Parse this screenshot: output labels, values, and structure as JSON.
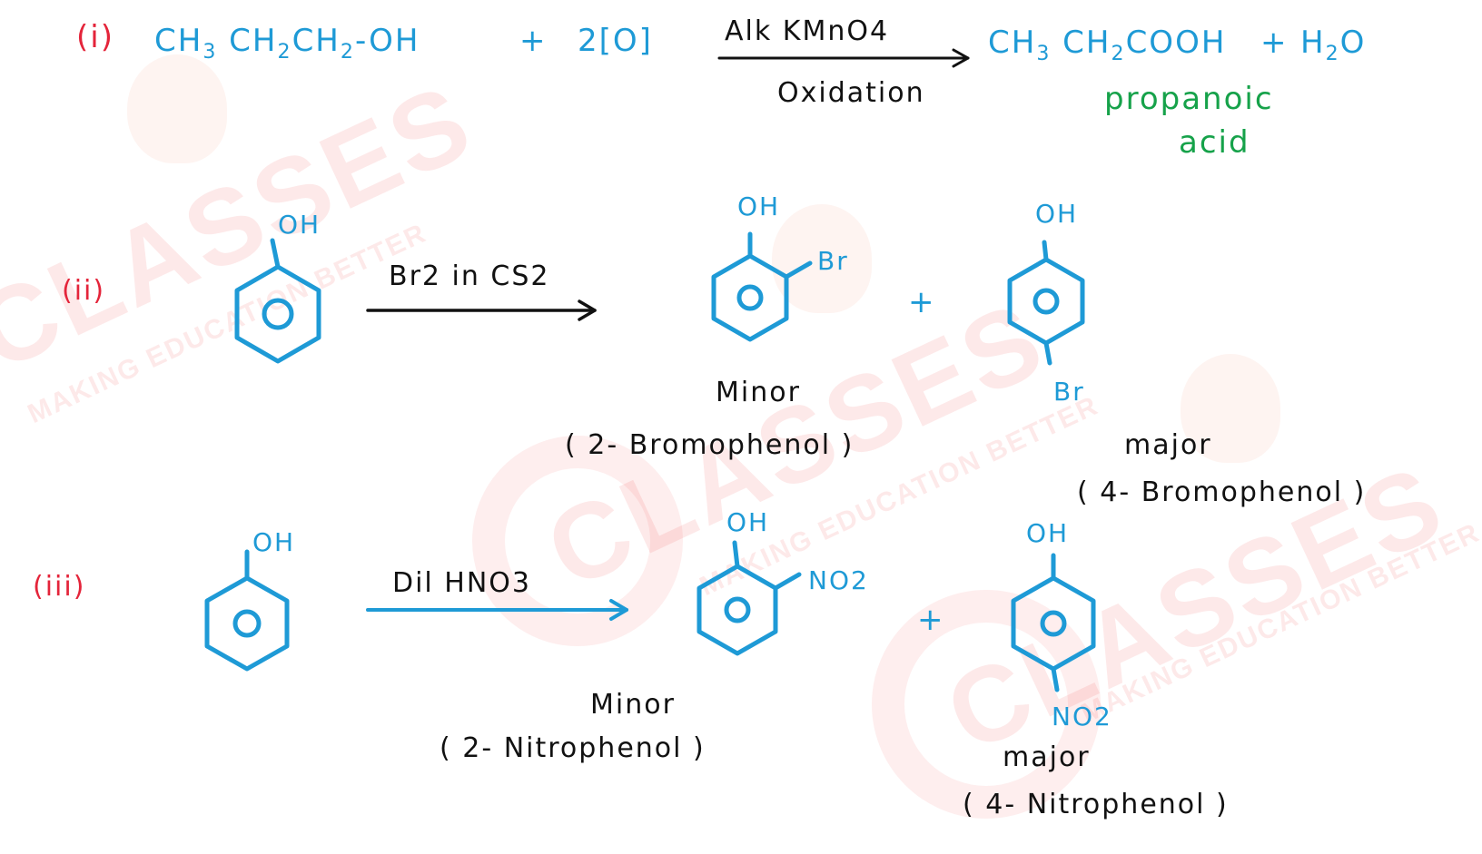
{
  "watermark": {
    "brand": "CLASSES",
    "tagline": "MAKING EDUCATION BETTER"
  },
  "reactions": [
    {
      "label": "(i)",
      "reactant": {
        "main": "CH",
        "sub1": "3",
        "mid": " CH",
        "sub2": "2",
        "mid2": "CH",
        "sub3": "2",
        "end": "-OH"
      },
      "plus": "+",
      "reagent_extra": "2[O]",
      "condition_top": "Alk  KMnO4",
      "condition_bottom": "Oxidation",
      "product": {
        "main": "CH",
        "sub1": "3",
        "mid": " CH",
        "sub2": "2",
        "end": "COOH"
      },
      "plus2": "+",
      "byproduct": {
        "main": "H",
        "sub": "2",
        "end": "O"
      },
      "product_name_line1": "propanoic",
      "product_name_line2": "acid"
    },
    {
      "label": "(ii)",
      "reactant_group": "OH",
      "condition_top": "Br2  in CS2",
      "product1_group_top": "OH",
      "product1_group_side": "Br",
      "plus": "+",
      "product2_group_top": "OH",
      "product2_group_bottom": "Br",
      "product1_type": "Minor",
      "product1_name": "( 2- Bromophenol )",
      "product2_type": "major",
      "product2_name": "( 4- Bromophenol )"
    },
    {
      "label": "(iii)",
      "reactant_group": "OH",
      "condition_top": "Dil  HNO3",
      "product1_group_top": "OH",
      "product1_group_side": "NO2",
      "plus": "+",
      "product2_group_top": "OH",
      "product2_group_bottom": "NO2",
      "product1_type": "Minor",
      "product1_name": "( 2- Nitrophenol )",
      "product2_type": "major",
      "product2_name": "( 4- Nitrophenol )"
    }
  ],
  "colors": {
    "label": "#e4243a",
    "chem": "#1e9ad6",
    "text": "#111111",
    "name": "#16a24a"
  }
}
